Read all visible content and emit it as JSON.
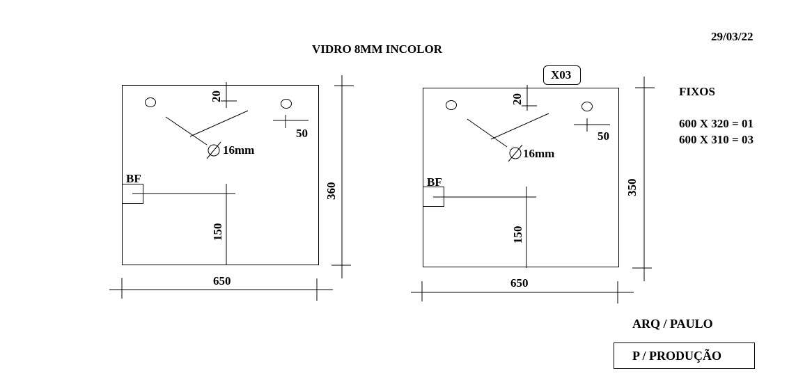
{
  "header": {
    "date": "29/03/22",
    "title": "VIDRO 8MM INCOLOR"
  },
  "panels": [
    {
      "width": "650",
      "height": "360",
      "dim_top": "20",
      "dim_side": "50",
      "hole": "16mm",
      "bf": "BF",
      "dim_bf": "150",
      "tag": ""
    },
    {
      "width": "650",
      "height": "350",
      "dim_top": "20",
      "dim_side": "50",
      "hole": "16mm",
      "bf": "BF",
      "dim_bf": "150",
      "tag": "X03"
    }
  ],
  "fixos": {
    "title": "FIXOS",
    "line1": "600 X 320 = 01",
    "line2": "600 X 310 = 03"
  },
  "footer": {
    "arq": "ARQ / PAULO",
    "production": "P / PRODUÇÃO"
  }
}
